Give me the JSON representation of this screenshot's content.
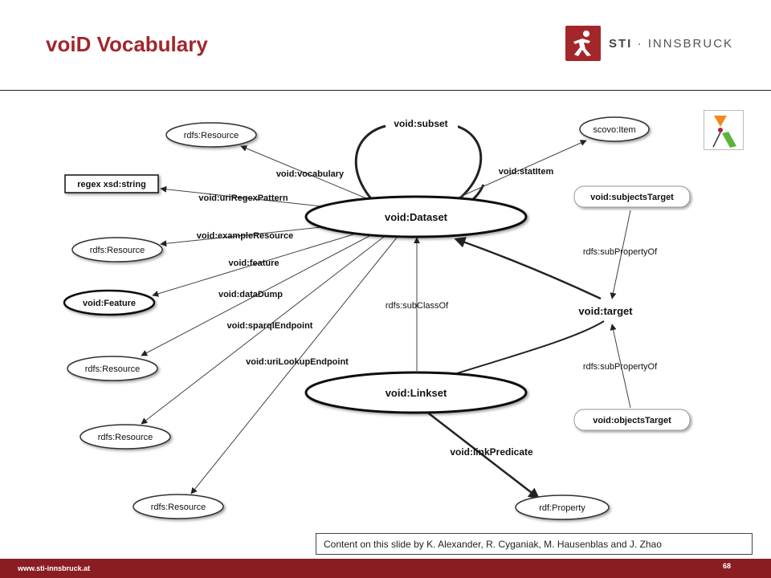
{
  "header": {
    "title": "voiD Vocabulary",
    "logo_brand": "STI",
    "logo_separator": " · ",
    "logo_name": "INNSBRUCK"
  },
  "nodes": {
    "dataset": "void:Dataset",
    "linkset": "void:Linkset",
    "rdfs_resource_top": "rdfs:Resource",
    "regex_string": "regex xsd:string",
    "rdfs_resource_example": "rdfs:Resource",
    "feature": "void:Feature",
    "rdfs_resource_dump": "rdfs:Resource",
    "rdfs_resource_sparql": "rdfs:Resource",
    "rdfs_resource_lookup": "rdfs:Resource",
    "scovo_item": "scovo:Item",
    "subjects_target": "void:subjectsTarget",
    "objects_target": "void:objectsTarget",
    "rdf_property": "rdf:Property"
  },
  "edges": {
    "subset": "void:subset",
    "vocabulary": "void:vocabulary",
    "uri_regex_pattern": "void:uriRegexPattern",
    "example_resource": "void:exampleResource",
    "feature": "void:feature",
    "data_dump": "void:dataDump",
    "sparql_endpoint": "void:sparqlEndpoint",
    "uri_lookup_endpoint": "void:uriLookupEndpoint",
    "stat_item": "void:statItem",
    "sub_property_of_top": "rdfs:subPropertyOf",
    "sub_property_of_bottom": "rdfs:subPropertyOf",
    "sub_class_of": "rdfs:subClassOf",
    "target": "void:target",
    "link_predicate": "void:linkPredicate"
  },
  "credit": "Content on this slide by K. Alexander, R. Cyganiak, M. Hausenblas and J. Zhao",
  "footer": {
    "url": "www.sti-innsbruck.at",
    "page_number": "68"
  },
  "colors": {
    "brand": "#a2272b",
    "footer": "#8a1d22"
  },
  "icons": {
    "logo": "sti-figure-icon",
    "corner": "void-logo-icon"
  }
}
